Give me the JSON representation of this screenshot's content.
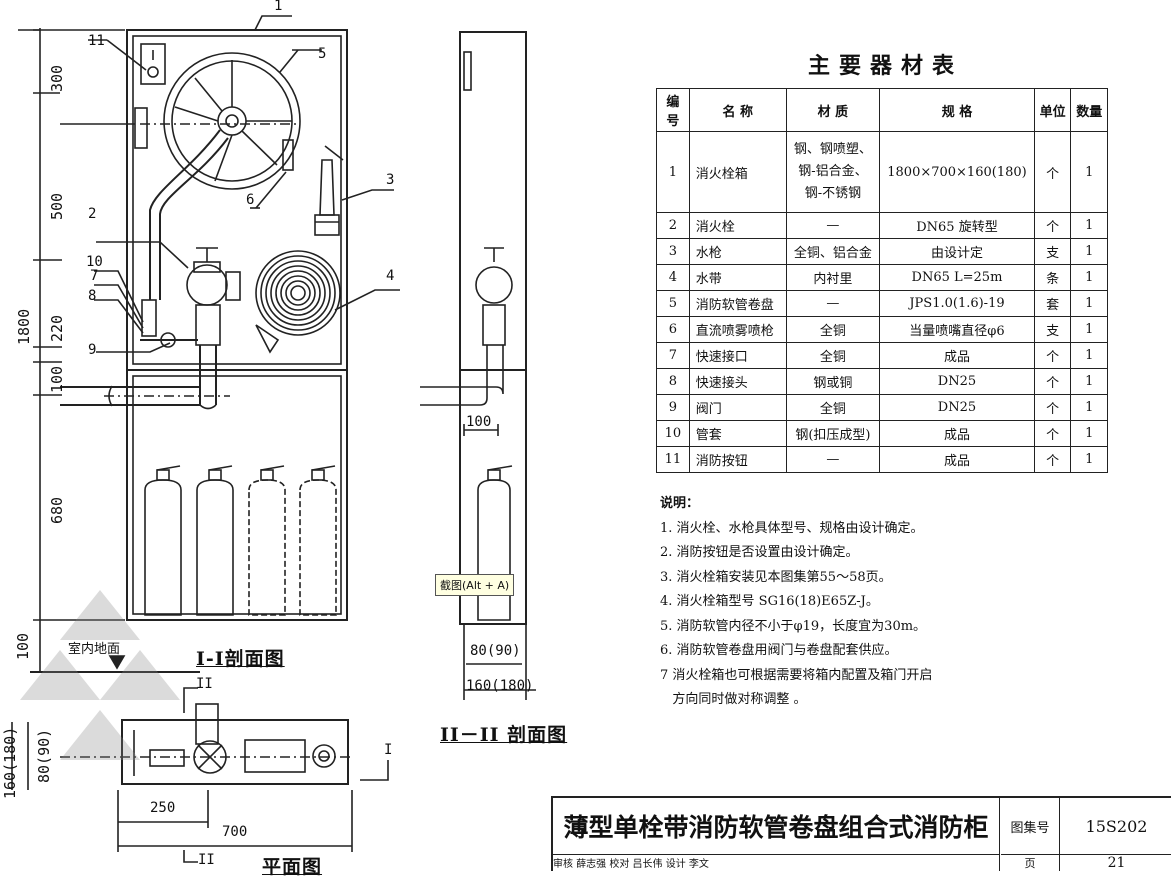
{
  "drawing": {
    "view1": {
      "title": "I-I剖面图",
      "dims_vertical": [
        "300",
        "500",
        "220",
        "100",
        "680",
        "100"
      ],
      "dim_total": "1800",
      "callouts": [
        "1",
        "2",
        "3",
        "4",
        "5",
        "6",
        "7",
        "8",
        "9",
        "10",
        "11"
      ],
      "floor_label": "室内地面"
    },
    "view2": {
      "title": "II－II 剖面图",
      "dims": [
        "100",
        "80(90)",
        "160(180)"
      ]
    },
    "view3": {
      "title": "平面图",
      "dims": [
        "250",
        "700",
        "80(90)",
        "160(180)"
      ],
      "marks": [
        "I",
        "II",
        "II"
      ]
    }
  },
  "materials": {
    "title": "主要器材表",
    "headers": [
      "编号",
      "名  称",
      "材  质",
      "规  格",
      "单位",
      "数量"
    ],
    "rows": [
      [
        "1",
        "消火栓箱",
        "钢、钢喷塑、钢-铝合金、钢-不锈钢",
        "1800×700×160(180)",
        "个",
        "1"
      ],
      [
        "2",
        "消火栓",
        "—",
        "DN65 旋转型",
        "个",
        "1"
      ],
      [
        "3",
        "水枪",
        "全铜、铝合金",
        "由设计定",
        "支",
        "1"
      ],
      [
        "4",
        "水带",
        "内衬里",
        "DN65  L=25m",
        "条",
        "1"
      ],
      [
        "5",
        "消防软管卷盘",
        "—",
        "JPS1.0(1.6)-19",
        "套",
        "1"
      ],
      [
        "6",
        "直流喷雾喷枪",
        "全铜",
        "当量喷嘴直径φ6",
        "支",
        "1"
      ],
      [
        "7",
        "快速接口",
        "全铜",
        "成品",
        "个",
        "1"
      ],
      [
        "8",
        "快速接头",
        "钢或铜",
        "DN25",
        "个",
        "1"
      ],
      [
        "9",
        "阀门",
        "全铜",
        "DN25",
        "个",
        "1"
      ],
      [
        "10",
        "管套",
        "钢(扣压成型)",
        "成品",
        "个",
        "1"
      ],
      [
        "11",
        "消防按钮",
        "—",
        "成品",
        "个",
        "1"
      ]
    ]
  },
  "notes": {
    "title": "说明：",
    "items": [
      "1. 消火栓、水枪具体型号、规格由设计确定。",
      "2. 消防按钮是否设置由设计确定。",
      "3. 消火栓箱安装见本图集第55～58页。",
      "4. 消火栓箱型号  SG16(18)E65Z-J。",
      "5. 消防软管内径不小于φ19，长度宜为30m。",
      "6. 消防软管卷盘用阀门与卷盘配套供应。",
      "7  消火栓箱也可根据需要将箱内配置及箱门开启",
      "   方向同时做对称调整 。"
    ]
  },
  "tooltip": "截图(Alt + A)",
  "title_block": {
    "title": "薄型单栓带消防软管卷盘组合式消防柜",
    "atlas_label": "图集号",
    "atlas_number": "15S202",
    "page_label": "页",
    "page_number": "21",
    "sign_row": "审核 薛志强 校对 吕长伟 设计 李文"
  }
}
